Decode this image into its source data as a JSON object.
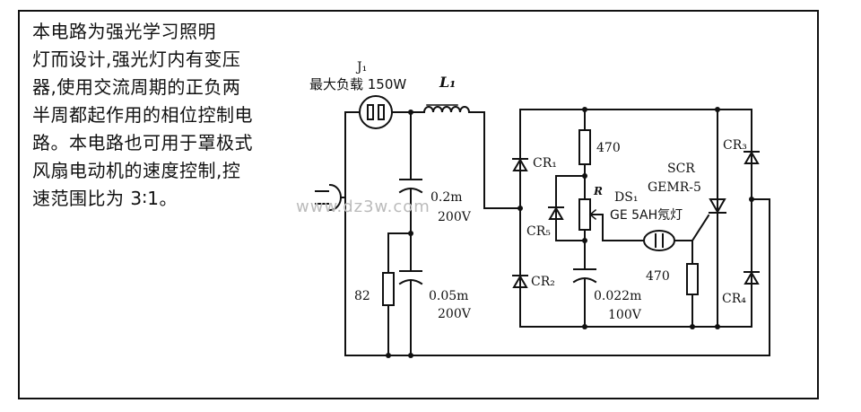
{
  "description": {
    "lines": [
      "本电路为强光学习照明",
      "灯而设计,强光灯内有变压",
      "器,使用交流周期的正负两",
      "半周都起作用的相位控制电",
      "路。本电路也可用于罩极式",
      "风扇电动机的速度控制,控",
      "速范围比为 3∶1。"
    ]
  },
  "labels": {
    "j1": "J₁",
    "max_load": "最大负载 150W",
    "l1": "L₁",
    "c1_value": "0.2m",
    "c1_voltage": "200V",
    "r82": "82",
    "c2_value": "0.05m",
    "c2_voltage": "200V",
    "cr1": "CR₁",
    "cr2": "CR₂",
    "cr5": "CR₅",
    "r470_top": "470",
    "r_pot": "R",
    "c3_value": "0.022m",
    "c3_voltage": "100V",
    "ds1": "DS₁",
    "neon": "GE 5AH氖灯",
    "scr": "SCR",
    "scr_part": "GEMR-5",
    "r470_bottom": "470",
    "cr3": "CR₃",
    "cr4": "CR₄"
  },
  "watermark": "www.dz3w.com"
}
